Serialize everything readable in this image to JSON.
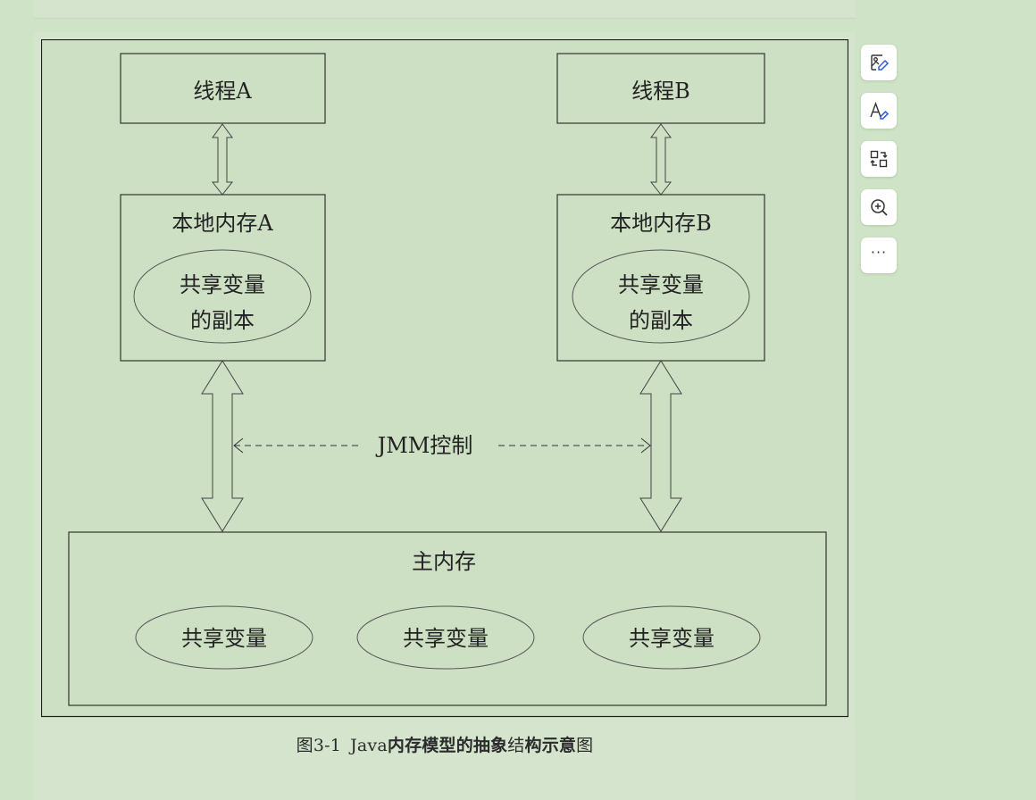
{
  "diagram": {
    "thread_a": "线程A",
    "thread_b": "线程B",
    "local_a": "本地内存A",
    "local_b": "本地内存B",
    "copy_a_line1": "共享变量",
    "copy_a_line2": "的副本",
    "copy_b_line1": "共享变量",
    "copy_b_line2": "的副本",
    "jmm": "JMM控制",
    "main_memory": "主内存",
    "shared_vars": [
      "共享变量",
      "共享变量",
      "共享变量"
    ]
  },
  "caption": {
    "number": "图3-1",
    "prefix": "Java",
    "bold_part": "内存模型的抽象",
    "middle": "结",
    "bold_part2": "构示意",
    "suffix": "图"
  },
  "toolbar": {
    "items": [
      "image-edit-icon",
      "text-edit-icon",
      "swap-icon",
      "zoom-in-icon",
      "more-icon"
    ],
    "more_label": "···"
  }
}
